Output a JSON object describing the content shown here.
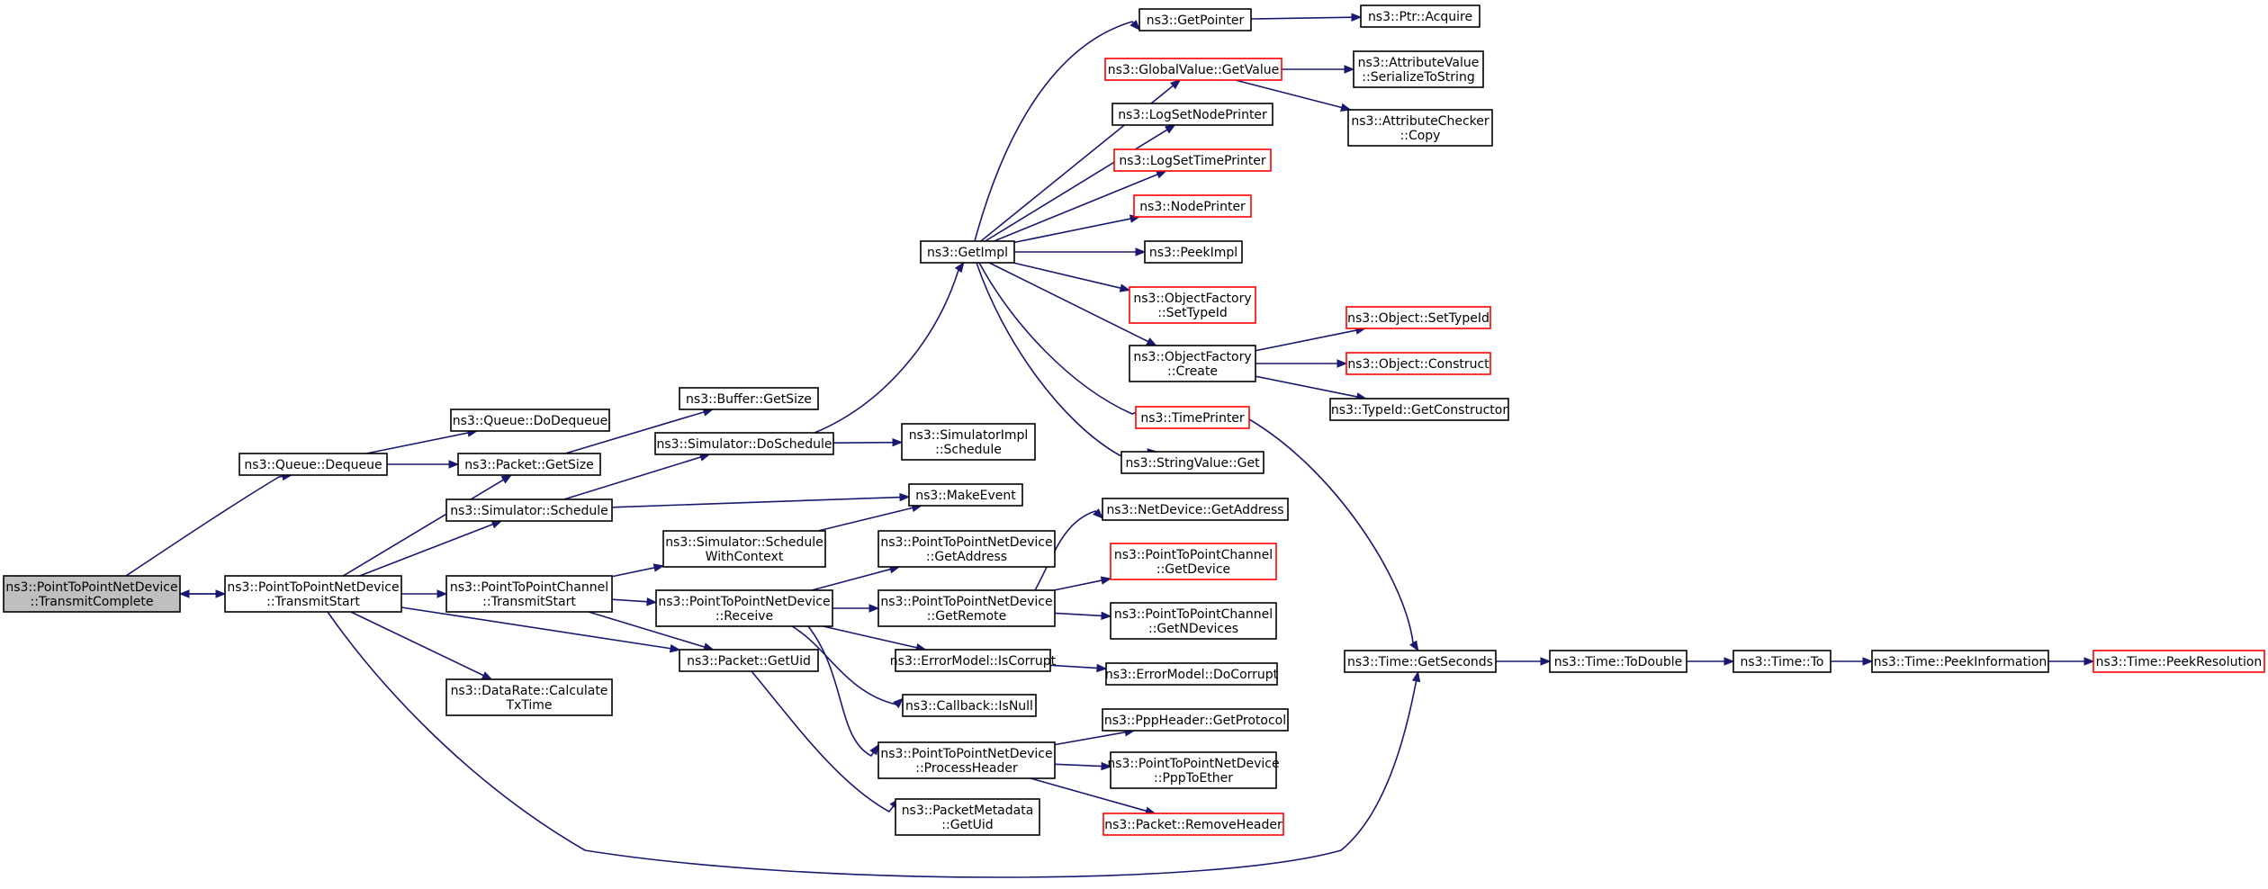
{
  "colors": {
    "edge": "#191970",
    "node_border": "#000000",
    "node_border_truncated": "#ff0000",
    "node_fill_root": "#bfbfbf",
    "node_fill": "#ffffff"
  },
  "nodes": [
    {
      "id": "transmit_complete",
      "lines": [
        "ns3::PointToPointNetDevice",
        "::TransmitComplete"
      ],
      "root": true
    },
    {
      "id": "queue_dequeue",
      "lines": [
        "ns3::Queue::Dequeue"
      ]
    },
    {
      "id": "transmit_start",
      "lines": [
        "ns3::PointToPointNetDevice",
        "::TransmitStart"
      ]
    },
    {
      "id": "queue_dodequeue",
      "lines": [
        "ns3::Queue::DoDequeue"
      ]
    },
    {
      "id": "packet_getsize",
      "lines": [
        "ns3::Packet::GetSize"
      ]
    },
    {
      "id": "buffer_getsize",
      "lines": [
        "ns3::Buffer::GetSize"
      ]
    },
    {
      "id": "simulator_schedule",
      "lines": [
        "ns3::Simulator::Schedule"
      ]
    },
    {
      "id": "simulator_doschedule",
      "lines": [
        "ns3::Simulator::DoSchedule"
      ]
    },
    {
      "id": "simulatorimpl_schedule",
      "lines": [
        "ns3::SimulatorImpl",
        "::Schedule"
      ]
    },
    {
      "id": "makeevent",
      "lines": [
        "ns3::MakeEvent"
      ]
    },
    {
      "id": "p2pchannel_transmitstart",
      "lines": [
        "ns3::PointToPointChannel",
        "::TransmitStart"
      ]
    },
    {
      "id": "schedule_withcontext",
      "lines": [
        "ns3::Simulator::Schedule",
        "WithContext"
      ]
    },
    {
      "id": "p2pdevice_receive",
      "lines": [
        "ns3::PointToPointNetDevice",
        "::Receive"
      ]
    },
    {
      "id": "p2pdevice_getaddress",
      "lines": [
        "ns3::PointToPointNetDevice",
        "::GetAddress"
      ]
    },
    {
      "id": "p2pdevice_getremote",
      "lines": [
        "ns3::PointToPointNetDevice",
        "::GetRemote"
      ]
    },
    {
      "id": "netdevice_getaddress",
      "lines": [
        "ns3::NetDevice::GetAddress"
      ]
    },
    {
      "id": "p2pchannel_getdevice",
      "lines": [
        "ns3::PointToPointChannel",
        "::GetDevice"
      ],
      "truncated": true
    },
    {
      "id": "p2pchannel_getndevices",
      "lines": [
        "ns3::PointToPointChannel",
        "::GetNDevices"
      ]
    },
    {
      "id": "packet_getuid",
      "lines": [
        "ns3::Packet::GetUid"
      ]
    },
    {
      "id": "errormodel_iscorrupt",
      "lines": [
        "ns3::ErrorModel::IsCorrupt"
      ]
    },
    {
      "id": "errormodel_docorrupt",
      "lines": [
        "ns3::ErrorModel::DoCorrupt"
      ]
    },
    {
      "id": "datarate_calc",
      "lines": [
        "ns3::DataRate::Calculate",
        "TxTime"
      ]
    },
    {
      "id": "callback_isnull",
      "lines": [
        "ns3::Callback::IsNull"
      ]
    },
    {
      "id": "p2pdevice_processheader",
      "lines": [
        "ns3::PointToPointNetDevice",
        "::ProcessHeader"
      ]
    },
    {
      "id": "pppheader_getprotocol",
      "lines": [
        "ns3::PppHeader::GetProtocol"
      ]
    },
    {
      "id": "p2pdevice_ppptoether",
      "lines": [
        "ns3::PointToPointNetDevice",
        "::PppToEther"
      ]
    },
    {
      "id": "packet_removeheader",
      "lines": [
        "ns3::Packet::RemoveHeader"
      ],
      "truncated": true
    },
    {
      "id": "packetmetadata_getuid",
      "lines": [
        "ns3::PacketMetadata",
        "::GetUid"
      ]
    },
    {
      "id": "getimpl",
      "lines": [
        "ns3::GetImpl"
      ]
    },
    {
      "id": "getpointer",
      "lines": [
        "ns3::GetPointer"
      ]
    },
    {
      "id": "ptr_acquire",
      "lines": [
        "ns3::Ptr::Acquire"
      ]
    },
    {
      "id": "globalvalue_getvalue",
      "lines": [
        "ns3::GlobalValue::GetValue"
      ],
      "truncated": true
    },
    {
      "id": "attributevalue_serialize",
      "lines": [
        "ns3::AttributeValue",
        "::SerializeToString"
      ]
    },
    {
      "id": "attributechecker_copy",
      "lines": [
        "ns3::AttributeChecker",
        "::Copy"
      ]
    },
    {
      "id": "logsetnodeprinter",
      "lines": [
        "ns3::LogSetNodePrinter"
      ]
    },
    {
      "id": "logsettimeprinter",
      "lines": [
        "ns3::LogSetTimePrinter"
      ],
      "truncated": true
    },
    {
      "id": "nodeprinter",
      "lines": [
        "ns3::NodePrinter"
      ],
      "truncated": true
    },
    {
      "id": "peekimpl",
      "lines": [
        "ns3::PeekImpl"
      ]
    },
    {
      "id": "objectfactory_settypeid",
      "lines": [
        "ns3::ObjectFactory",
        "::SetTypeId"
      ],
      "truncated": true
    },
    {
      "id": "objectfactory_create",
      "lines": [
        "ns3::ObjectFactory",
        "::Create"
      ]
    },
    {
      "id": "object_settypeid",
      "lines": [
        "ns3::Object::SetTypeId"
      ],
      "truncated": true
    },
    {
      "id": "object_construct",
      "lines": [
        "ns3::Object::Construct"
      ],
      "truncated": true
    },
    {
      "id": "typeid_getconstructor",
      "lines": [
        "ns3::TypeId::GetConstructor"
      ]
    },
    {
      "id": "timeprinter",
      "lines": [
        "ns3::TimePrinter"
      ],
      "truncated": true
    },
    {
      "id": "stringvalue_get",
      "lines": [
        "ns3::StringValue::Get"
      ]
    },
    {
      "id": "time_getseconds",
      "lines": [
        "ns3::Time::GetSeconds"
      ]
    },
    {
      "id": "time_todouble",
      "lines": [
        "ns3::Time::ToDouble"
      ]
    },
    {
      "id": "time_to",
      "lines": [
        "ns3::Time::To"
      ]
    },
    {
      "id": "time_peekinformation",
      "lines": [
        "ns3::Time::PeekInformation"
      ]
    },
    {
      "id": "time_peekresolution",
      "lines": [
        "ns3::Time::PeekResolution"
      ],
      "truncated": true
    }
  ],
  "edges": [
    [
      "transmit_complete",
      "queue_dequeue"
    ],
    [
      "transmit_complete",
      "transmit_start"
    ],
    [
      "queue_dequeue",
      "queue_dodequeue"
    ],
    [
      "queue_dequeue",
      "packet_getsize"
    ],
    [
      "transmit_start",
      "transmit_complete"
    ],
    [
      "transmit_start",
      "packet_getsize"
    ],
    [
      "transmit_start",
      "simulator_schedule"
    ],
    [
      "transmit_start",
      "p2pchannel_transmitstart"
    ],
    [
      "transmit_start",
      "packet_getuid"
    ],
    [
      "transmit_start",
      "datarate_calc"
    ],
    [
      "transmit_start",
      "time_getseconds"
    ],
    [
      "packet_getsize",
      "buffer_getsize"
    ],
    [
      "simulator_schedule",
      "simulator_doschedule"
    ],
    [
      "simulator_schedule",
      "makeevent"
    ],
    [
      "simulator_doschedule",
      "simulatorimpl_schedule"
    ],
    [
      "simulator_doschedule",
      "getimpl"
    ],
    [
      "p2pchannel_transmitstart",
      "schedule_withcontext"
    ],
    [
      "p2pchannel_transmitstart",
      "p2pdevice_receive"
    ],
    [
      "p2pchannel_transmitstart",
      "packet_getuid"
    ],
    [
      "schedule_withcontext",
      "makeevent"
    ],
    [
      "p2pdevice_receive",
      "p2pdevice_getaddress"
    ],
    [
      "p2pdevice_receive",
      "p2pdevice_getremote"
    ],
    [
      "p2pdevice_receive",
      "errormodel_iscorrupt"
    ],
    [
      "p2pdevice_receive",
      "callback_isnull"
    ],
    [
      "p2pdevice_receive",
      "p2pdevice_processheader"
    ],
    [
      "p2pdevice_getremote",
      "netdevice_getaddress"
    ],
    [
      "p2pdevice_getremote",
      "p2pchannel_getdevice"
    ],
    [
      "p2pdevice_getremote",
      "p2pchannel_getndevices"
    ],
    [
      "packet_getuid",
      "packetmetadata_getuid"
    ],
    [
      "errormodel_iscorrupt",
      "errormodel_docorrupt"
    ],
    [
      "p2pdevice_processheader",
      "pppheader_getprotocol"
    ],
    [
      "p2pdevice_processheader",
      "p2pdevice_ppptoether"
    ],
    [
      "p2pdevice_processheader",
      "packet_removeheader"
    ],
    [
      "getimpl",
      "getpointer"
    ],
    [
      "getimpl",
      "globalvalue_getvalue"
    ],
    [
      "getimpl",
      "logsetnodeprinter"
    ],
    [
      "getimpl",
      "logsettimeprinter"
    ],
    [
      "getimpl",
      "nodeprinter"
    ],
    [
      "getimpl",
      "peekimpl"
    ],
    [
      "getimpl",
      "objectfactory_settypeid"
    ],
    [
      "getimpl",
      "objectfactory_create"
    ],
    [
      "getimpl",
      "timeprinter"
    ],
    [
      "getimpl",
      "stringvalue_get"
    ],
    [
      "getpointer",
      "ptr_acquire"
    ],
    [
      "globalvalue_getvalue",
      "attributevalue_serialize"
    ],
    [
      "globalvalue_getvalue",
      "attributechecker_copy"
    ],
    [
      "objectfactory_create",
      "object_settypeid"
    ],
    [
      "objectfactory_create",
      "object_construct"
    ],
    [
      "objectfactory_create",
      "typeid_getconstructor"
    ],
    [
      "timeprinter",
      "time_getseconds"
    ],
    [
      "time_getseconds",
      "time_todouble"
    ],
    [
      "time_todouble",
      "time_to"
    ],
    [
      "time_to",
      "time_peekinformation"
    ],
    [
      "time_peekinformation",
      "time_peekresolution"
    ]
  ]
}
